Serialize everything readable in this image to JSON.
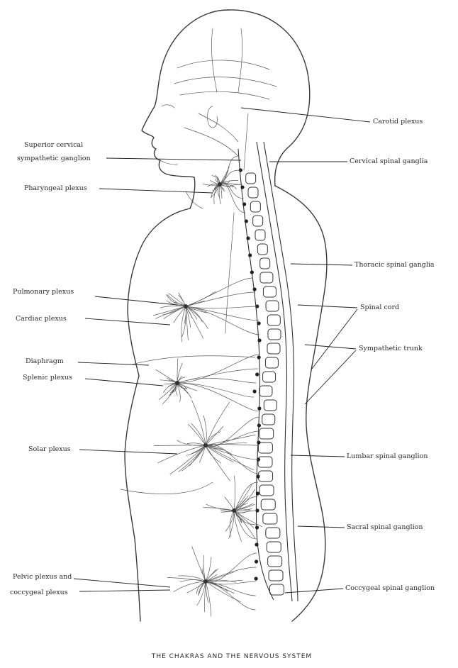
{
  "labels_left": [
    {
      "id": "superior-cervical",
      "lines": [
        "Superior cervical",
        "sympathetic ganglion"
      ]
    },
    {
      "id": "pharyngeal",
      "lines": [
        "Pharyngeal plexus"
      ]
    },
    {
      "id": "pulmonary",
      "lines": [
        "Pulmonary plexus"
      ]
    },
    {
      "id": "cardiac",
      "lines": [
        "Cardiac plexus"
      ]
    },
    {
      "id": "diaphragm",
      "lines": [
        "Diaphragm"
      ]
    },
    {
      "id": "splenic",
      "lines": [
        "Splenic plexus"
      ]
    },
    {
      "id": "solar",
      "lines": [
        "Solar plexus"
      ]
    },
    {
      "id": "pelvic",
      "lines": [
        "Pelvic plexus and",
        "coccygeal plexus"
      ]
    }
  ],
  "labels_right": [
    {
      "id": "carotid",
      "lines": [
        "Carotid plexus"
      ]
    },
    {
      "id": "cervical-spinal",
      "lines": [
        "Cervical spinal ganglia"
      ]
    },
    {
      "id": "thoracic-spinal",
      "lines": [
        "Thoracic spinal ganglia"
      ]
    },
    {
      "id": "spinal-cord",
      "lines": [
        "Spinal cord"
      ]
    },
    {
      "id": "sympathetic-trunk",
      "lines": [
        "Sympathetic trunk"
      ]
    },
    {
      "id": "lumbar-spinal",
      "lines": [
        "Lumbar spinal ganglion"
      ]
    },
    {
      "id": "sacral-spinal",
      "lines": [
        "Sacral spinal ganglion"
      ]
    },
    {
      "id": "coccygeal-spinal",
      "lines": [
        "Coccygeal spinal ganglion"
      ]
    }
  ],
  "caption": "THE CHAKRAS AND THE NERVOUS SYSTEM"
}
